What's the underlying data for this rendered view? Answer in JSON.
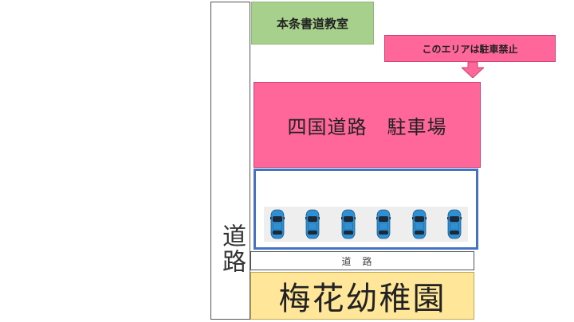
{
  "road_vertical_label": "道路",
  "school_label": "本条書道教室",
  "callout_label": "このエリアは駐車禁止",
  "parking_label": "四国道路　駐車場",
  "road_horizontal_label": "道路",
  "kindergarten_label": "梅花幼稚園",
  "car_count": 6,
  "colors": {
    "school": "#a8d08d",
    "pink": "#ff6699",
    "parking_border": "#4472c4",
    "kindergarten": "#ffe699",
    "car": "#2f8fd1"
  }
}
